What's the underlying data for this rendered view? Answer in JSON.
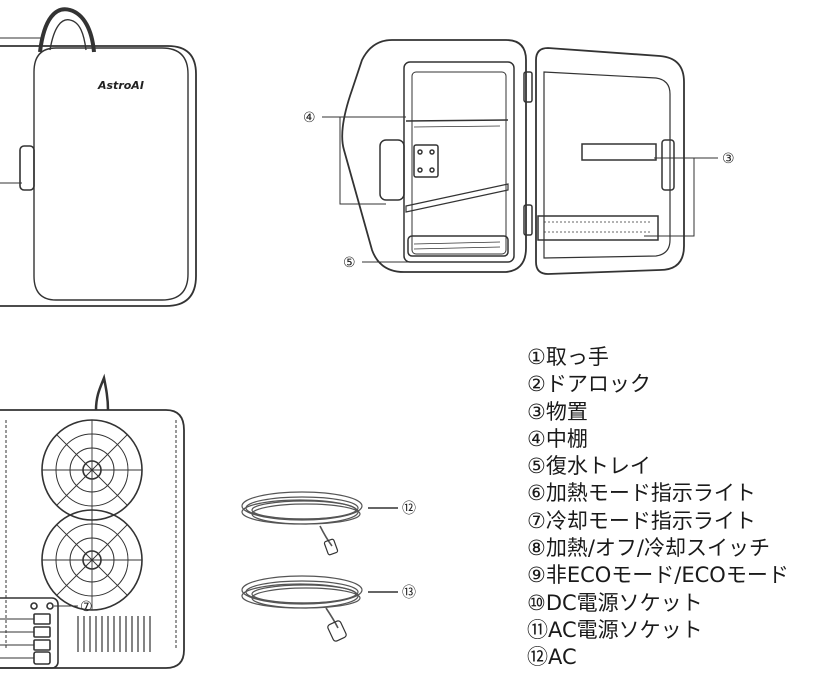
{
  "brand": "AstroAI",
  "callouts": {
    "c3": "③",
    "c4": "④",
    "c5": "⑤",
    "c7": "⑦",
    "c12": "⑫",
    "c13": "⑬"
  },
  "legend": [
    "①取っ手",
    "②ドアロック",
    "③物置",
    "④中棚",
    "⑤復水トレイ",
    "⑥加熱モード指示ライト",
    "⑦冷却モード指示ライト",
    "⑧加熱/オフ/冷却スイッチ",
    "⑨非ECOモード/ECOモード",
    "⑩DC電源ソケット",
    "⑪AC電源ソケット",
    "⑫AC"
  ]
}
